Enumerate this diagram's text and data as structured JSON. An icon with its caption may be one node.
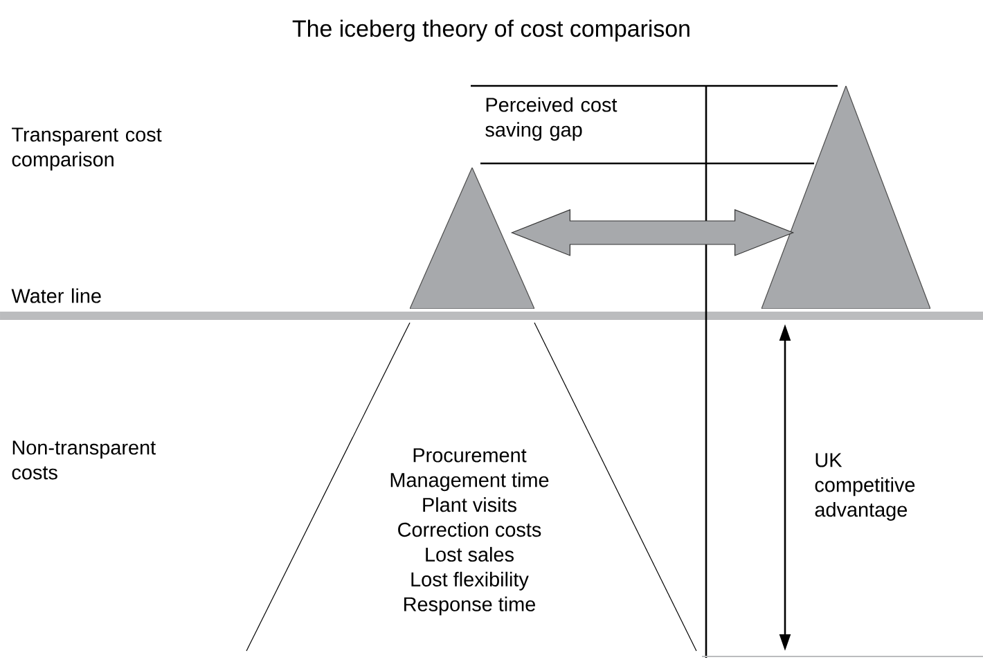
{
  "diagram": {
    "title": "The iceberg theory of cost comparison",
    "nodes": [
      {
        "text": [],
        "shape": "triangle"
      },
      {
        "text": [],
        "shape": "triangle"
      },
      {
        "text": [
          "Procurement",
          "Management time",
          "Plant visits",
          "Correction costs",
          "Lost sales",
          "Lost flexibility",
          "Response time"
        ]
      }
    ],
    "edges": [
      {
        "from": 0,
        "to": 1,
        "arrow": "both"
      }
    ],
    "labels": [
      "Transparent cost comparison",
      "Perceived cost saving gap",
      "Water line",
      "Non-transparent costs",
      "UK competitive advantage"
    ]
  }
}
